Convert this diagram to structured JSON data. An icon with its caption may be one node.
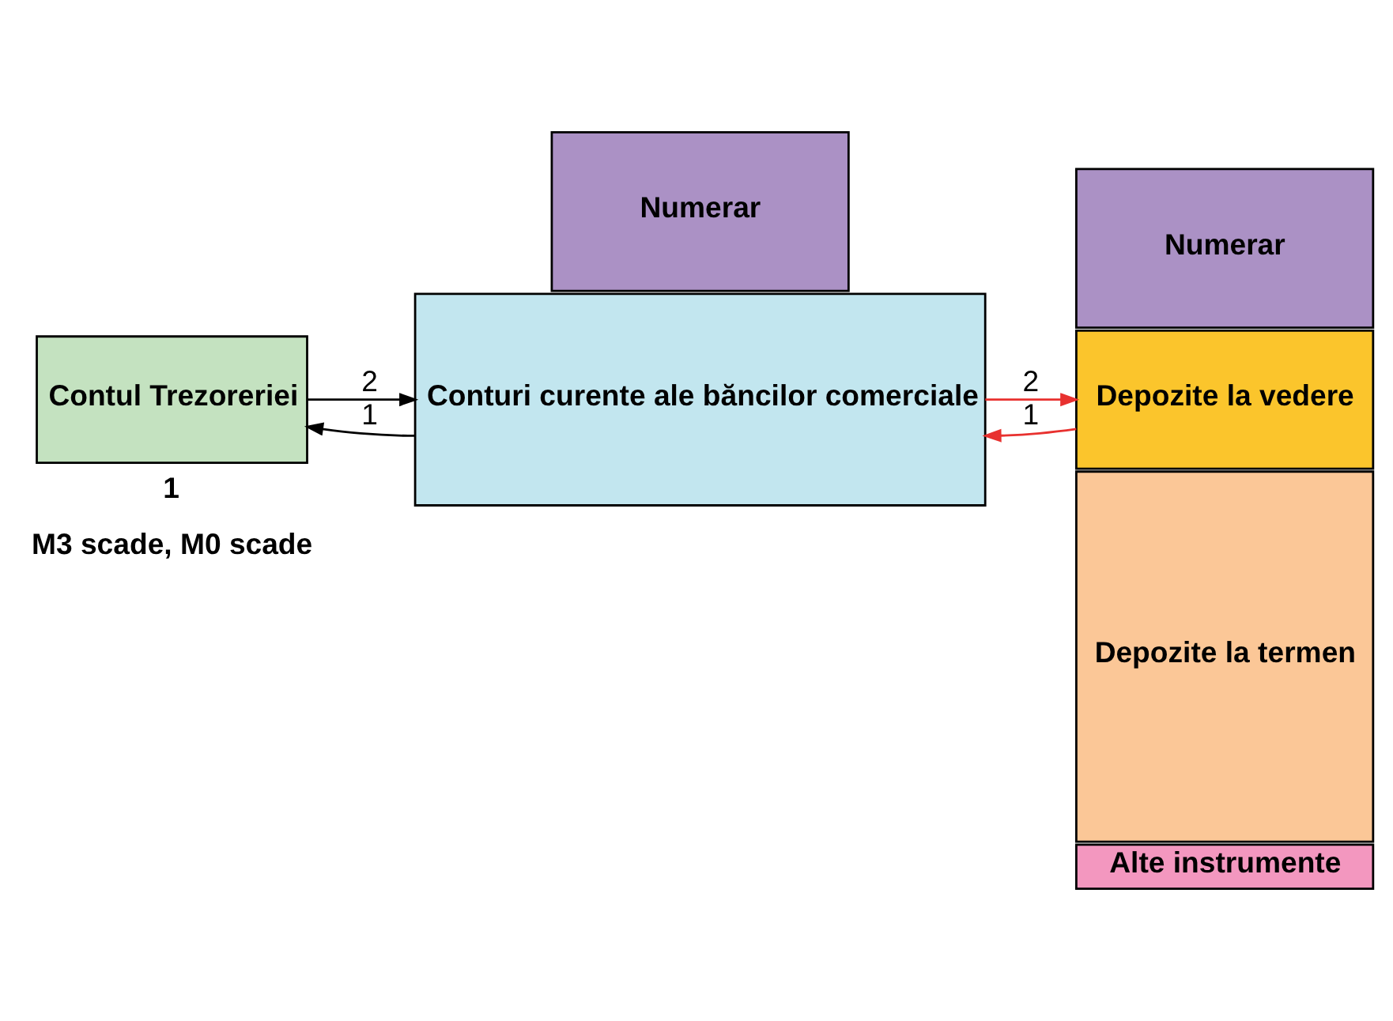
{
  "diagram": {
    "nodes": [
      {
        "text": [
          "Contul Trezoreriei"
        ]
      },
      {
        "text": [
          "Numerar"
        ]
      },
      {
        "text": [
          "Conturi curente ale băncilor comerciale"
        ]
      },
      {
        "text": [
          "Numerar"
        ]
      },
      {
        "text": [
          "Depozite la vedere"
        ]
      },
      {
        "text": [
          "Depozite la termen"
        ]
      },
      {
        "text": [
          "Alte instrumente"
        ]
      }
    ],
    "edges": [
      {
        "from": 2,
        "to": 0,
        "arrow": "to",
        "label": "1"
      },
      {
        "from": 0,
        "to": 2,
        "arrow": "to",
        "label": "2"
      },
      {
        "from": 4,
        "to": 2,
        "arrow": "to",
        "label": "1",
        "color": "#e8312f"
      },
      {
        "from": 2,
        "to": 4,
        "arrow": "to",
        "label": "2",
        "color": "#e8312f"
      }
    ],
    "labels": [
      "1",
      "M3 scade, M0 scade"
    ]
  }
}
